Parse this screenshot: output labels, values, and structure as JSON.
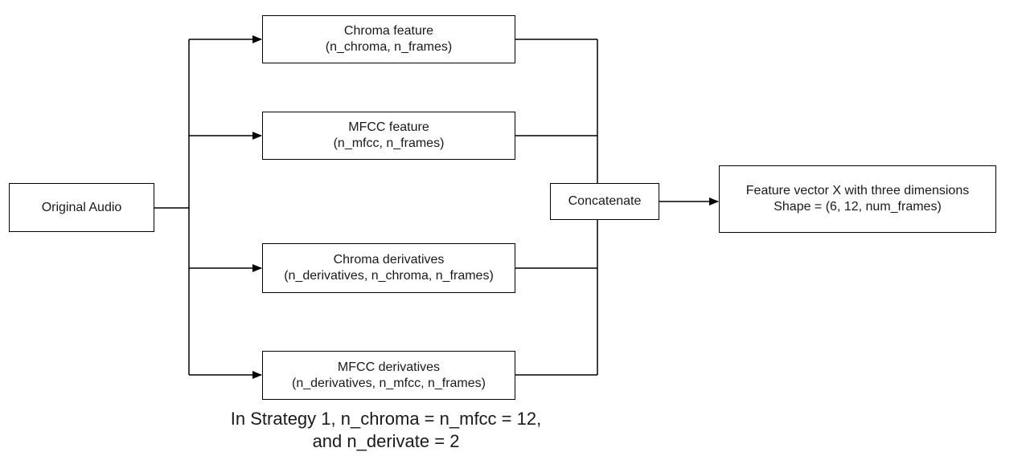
{
  "diagram": {
    "nodes": {
      "original_audio": {
        "line1": "Original Audio"
      },
      "chroma_feature": {
        "line1": "Chroma feature",
        "line2": "(n_chroma, n_frames)"
      },
      "mfcc_feature": {
        "line1": "MFCC feature",
        "line2": "(n_mfcc, n_frames)"
      },
      "chroma_derivatives": {
        "line1": "Chroma derivatives",
        "line2": "(n_derivatives, n_chroma, n_frames)"
      },
      "mfcc_derivatives": {
        "line1": "MFCC derivatives",
        "line2": "(n_derivatives, n_mfcc, n_frames)"
      },
      "concatenate": {
        "line1": "Concatenate"
      },
      "feature_vector": {
        "line1": "Feature vector X with three dimensions",
        "line2": "Shape = (6, 12, num_frames)"
      }
    },
    "note": {
      "line1": "In Strategy 1, n_chroma = n_mfcc = 12,",
      "line2": "and n_derivate = 2"
    },
    "edges": [
      {
        "from": "original_audio",
        "to": "chroma_feature"
      },
      {
        "from": "original_audio",
        "to": "mfcc_feature"
      },
      {
        "from": "original_audio",
        "to": "chroma_derivatives"
      },
      {
        "from": "original_audio",
        "to": "mfcc_derivatives"
      },
      {
        "from": "chroma_feature",
        "to": "concatenate"
      },
      {
        "from": "mfcc_feature",
        "to": "concatenate"
      },
      {
        "from": "chroma_derivatives",
        "to": "concatenate"
      },
      {
        "from": "mfcc_derivatives",
        "to": "concatenate"
      },
      {
        "from": "concatenate",
        "to": "feature_vector"
      }
    ]
  }
}
